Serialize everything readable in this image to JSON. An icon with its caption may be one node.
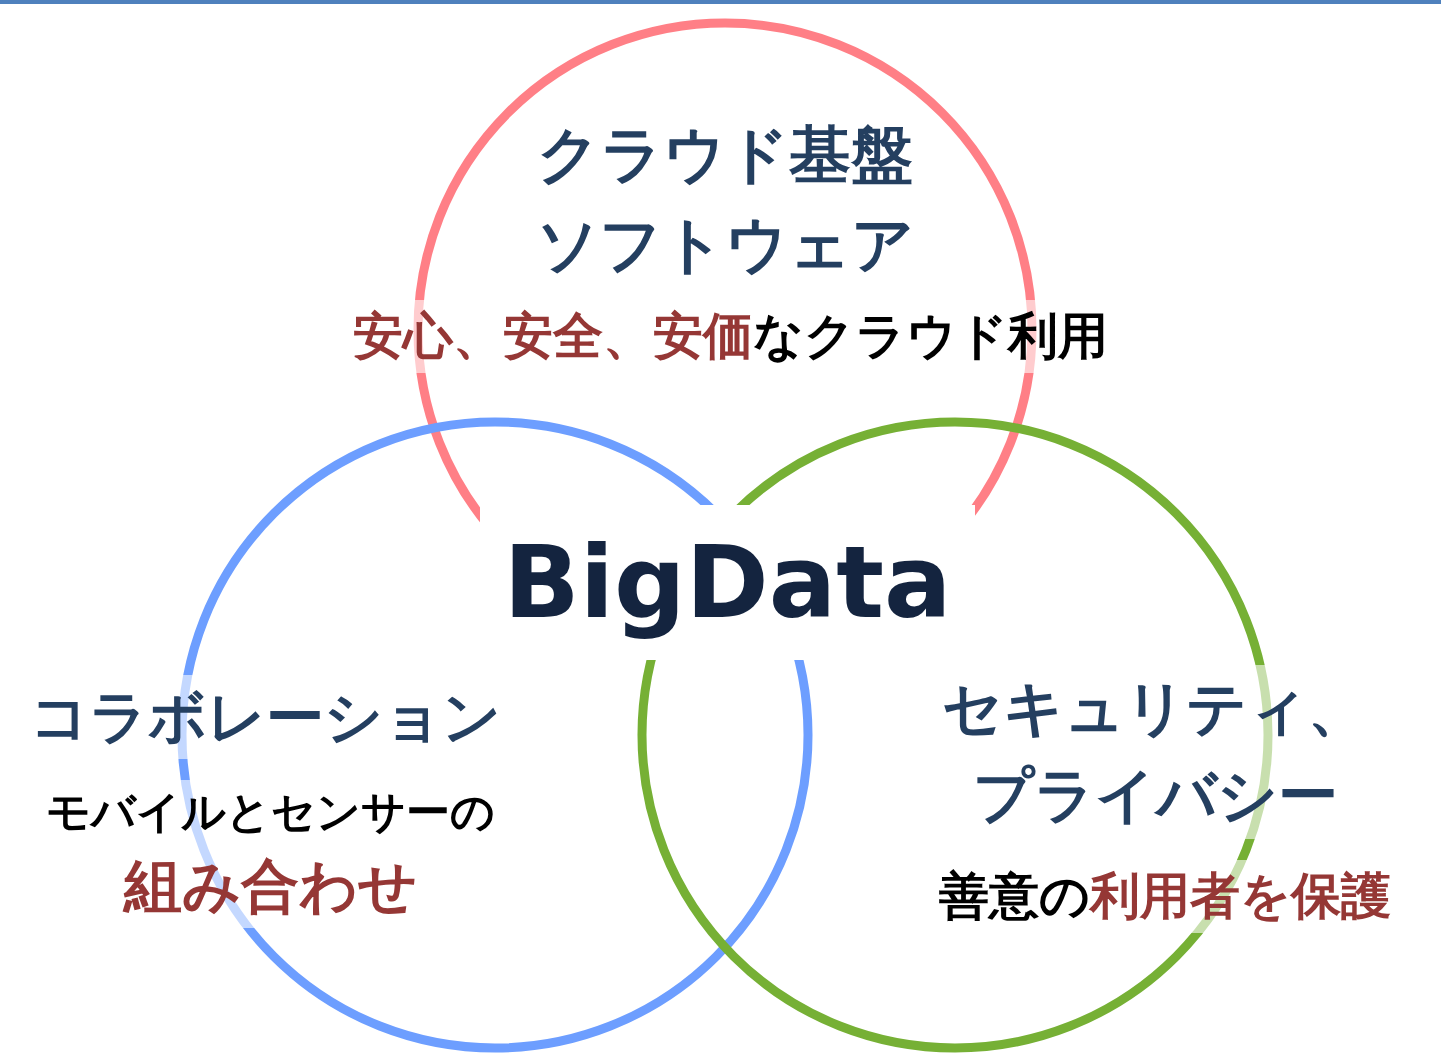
{
  "diagram": {
    "nodes": [
      {
        "text": [
          "クラウド基盤ソフトウェア",
          "**安心、安全、安価**なクラウド利用"
        ]
      },
      {
        "text": [
          "コラボレーション",
          "モバイルとセンサーの**組み合わせ**"
        ]
      },
      {
        "text": [
          "セキュリティ、プライバシー",
          "善意の**利用者を保護**"
        ]
      }
    ],
    "edges": [],
    "labels": [
      "BigData"
    ]
  }
}
